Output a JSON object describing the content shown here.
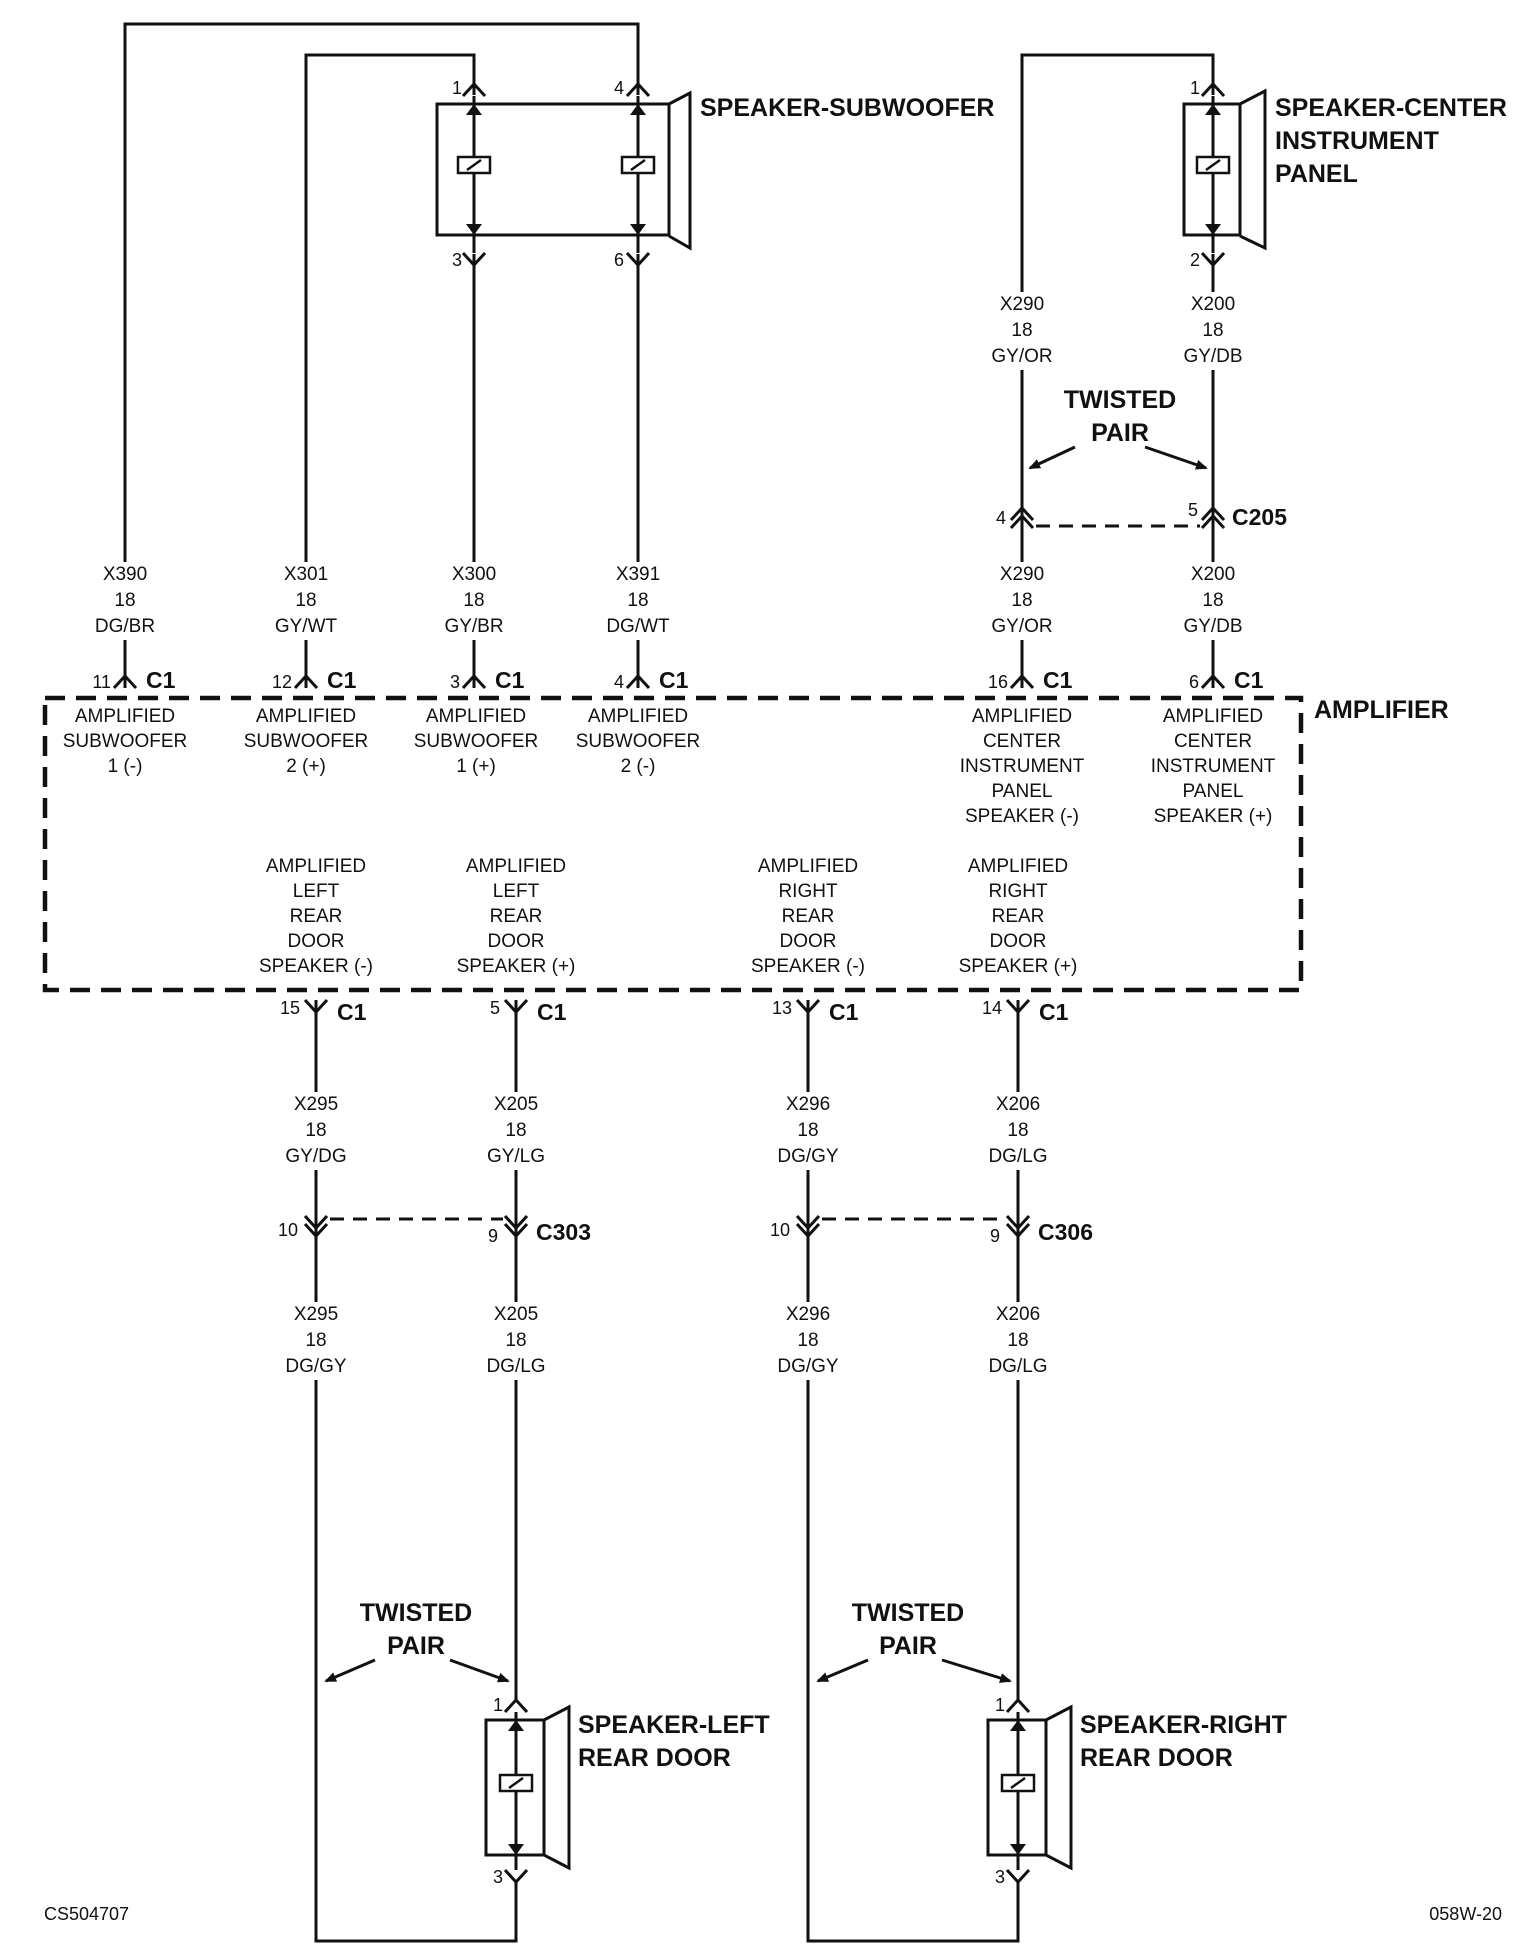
{
  "components": {
    "subwoofer": "SPEAKER-SUBWOOFER",
    "center_l1": "SPEAKER-CENTER",
    "center_l2": "INSTRUMENT",
    "center_l3": "PANEL",
    "amplifier": "AMPLIFIER",
    "left_door_l1": "SPEAKER-LEFT",
    "left_door_l2": "REAR DOOR",
    "right_door_l1": "SPEAKER-RIGHT",
    "right_door_l2": "REAR DOOR"
  },
  "connectors": {
    "c1": "C1",
    "c205": "C205",
    "c303": "C303",
    "c306": "C306"
  },
  "twisted_pair": {
    "line1": "TWISTED",
    "line2": "PAIR"
  },
  "pins": {
    "sub_1": "1",
    "sub_4": "4",
    "sub_3": "3",
    "sub_6": "6",
    "ctr_1": "1",
    "ctr_2": "2",
    "c205_4": "4",
    "c205_5": "5",
    "c1_11": "11",
    "c1_12": "12",
    "c1_3": "3",
    "c1_4": "4",
    "c1_16": "16",
    "c1_6": "6",
    "c1_15": "15",
    "c1_5": "5",
    "c1_13": "13",
    "c1_14": "14",
    "c303_10": "10",
    "c303_9": "9",
    "c306_10": "10",
    "c306_9": "9",
    "ld_1": "1",
    "ld_3": "3",
    "rd_1": "1",
    "rd_3": "3"
  },
  "wires": {
    "x390": {
      "circuit": "X390",
      "gauge": "18",
      "color": "DG/BR"
    },
    "x301": {
      "circuit": "X301",
      "gauge": "18",
      "color": "GY/WT"
    },
    "x300": {
      "circuit": "X300",
      "gauge": "18",
      "color": "GY/BR"
    },
    "x391": {
      "circuit": "X391",
      "gauge": "18",
      "color": "DG/WT"
    },
    "x290_top": {
      "circuit": "X290",
      "gauge": "18",
      "color": "GY/OR"
    },
    "x200_top": {
      "circuit": "X200",
      "gauge": "18",
      "color": "GY/DB"
    },
    "x290_bot": {
      "circuit": "X290",
      "gauge": "18",
      "color": "GY/OR"
    },
    "x200_bot": {
      "circuit": "X200",
      "gauge": "18",
      "color": "GY/DB"
    },
    "x295_top": {
      "circuit": "X295",
      "gauge": "18",
      "color": "GY/DG"
    },
    "x205_top": {
      "circuit": "X205",
      "gauge": "18",
      "color": "GY/LG"
    },
    "x296_top": {
      "circuit": "X296",
      "gauge": "18",
      "color": "DG/GY"
    },
    "x206_top": {
      "circuit": "X206",
      "gauge": "18",
      "color": "DG/LG"
    },
    "x295_bot": {
      "circuit": "X295",
      "gauge": "18",
      "color": "DG/GY"
    },
    "x205_bot": {
      "circuit": "X205",
      "gauge": "18",
      "color": "DG/LG"
    },
    "x296_bot": {
      "circuit": "X296",
      "gauge": "18",
      "color": "DG/GY"
    },
    "x206_bot": {
      "circuit": "X206",
      "gauge": "18",
      "color": "DG/LG"
    }
  },
  "amp_labels": {
    "sub1neg": [
      "AMPLIFIED",
      "SUBWOOFER",
      "1 (-)"
    ],
    "sub2pos": [
      "AMPLIFIED",
      "SUBWOOFER",
      "2 (+)"
    ],
    "sub1pos": [
      "AMPLIFIED",
      "SUBWOOFER",
      "1 (+)"
    ],
    "sub2neg": [
      "AMPLIFIED",
      "SUBWOOFER",
      "2 (-)"
    ],
    "ctrneg": [
      "AMPLIFIED",
      "CENTER",
      "INSTRUMENT",
      "PANEL",
      "SPEAKER (-)"
    ],
    "ctrpos": [
      "AMPLIFIED",
      "CENTER",
      "INSTRUMENT",
      "PANEL",
      "SPEAKER (+)"
    ],
    "lrneg": [
      "AMPLIFIED",
      "LEFT",
      "REAR",
      "DOOR",
      "SPEAKER (-)"
    ],
    "lrpos": [
      "AMPLIFIED",
      "LEFT",
      "REAR",
      "DOOR",
      "SPEAKER (+)"
    ],
    "rrneg": [
      "AMPLIFIED",
      "RIGHT",
      "REAR",
      "DOOR",
      "SPEAKER (-)"
    ],
    "rrpos": [
      "AMPLIFIED",
      "RIGHT",
      "REAR",
      "DOOR",
      "SPEAKER (+)"
    ]
  },
  "footer": {
    "left": "CS504707",
    "right": "058W-20"
  }
}
